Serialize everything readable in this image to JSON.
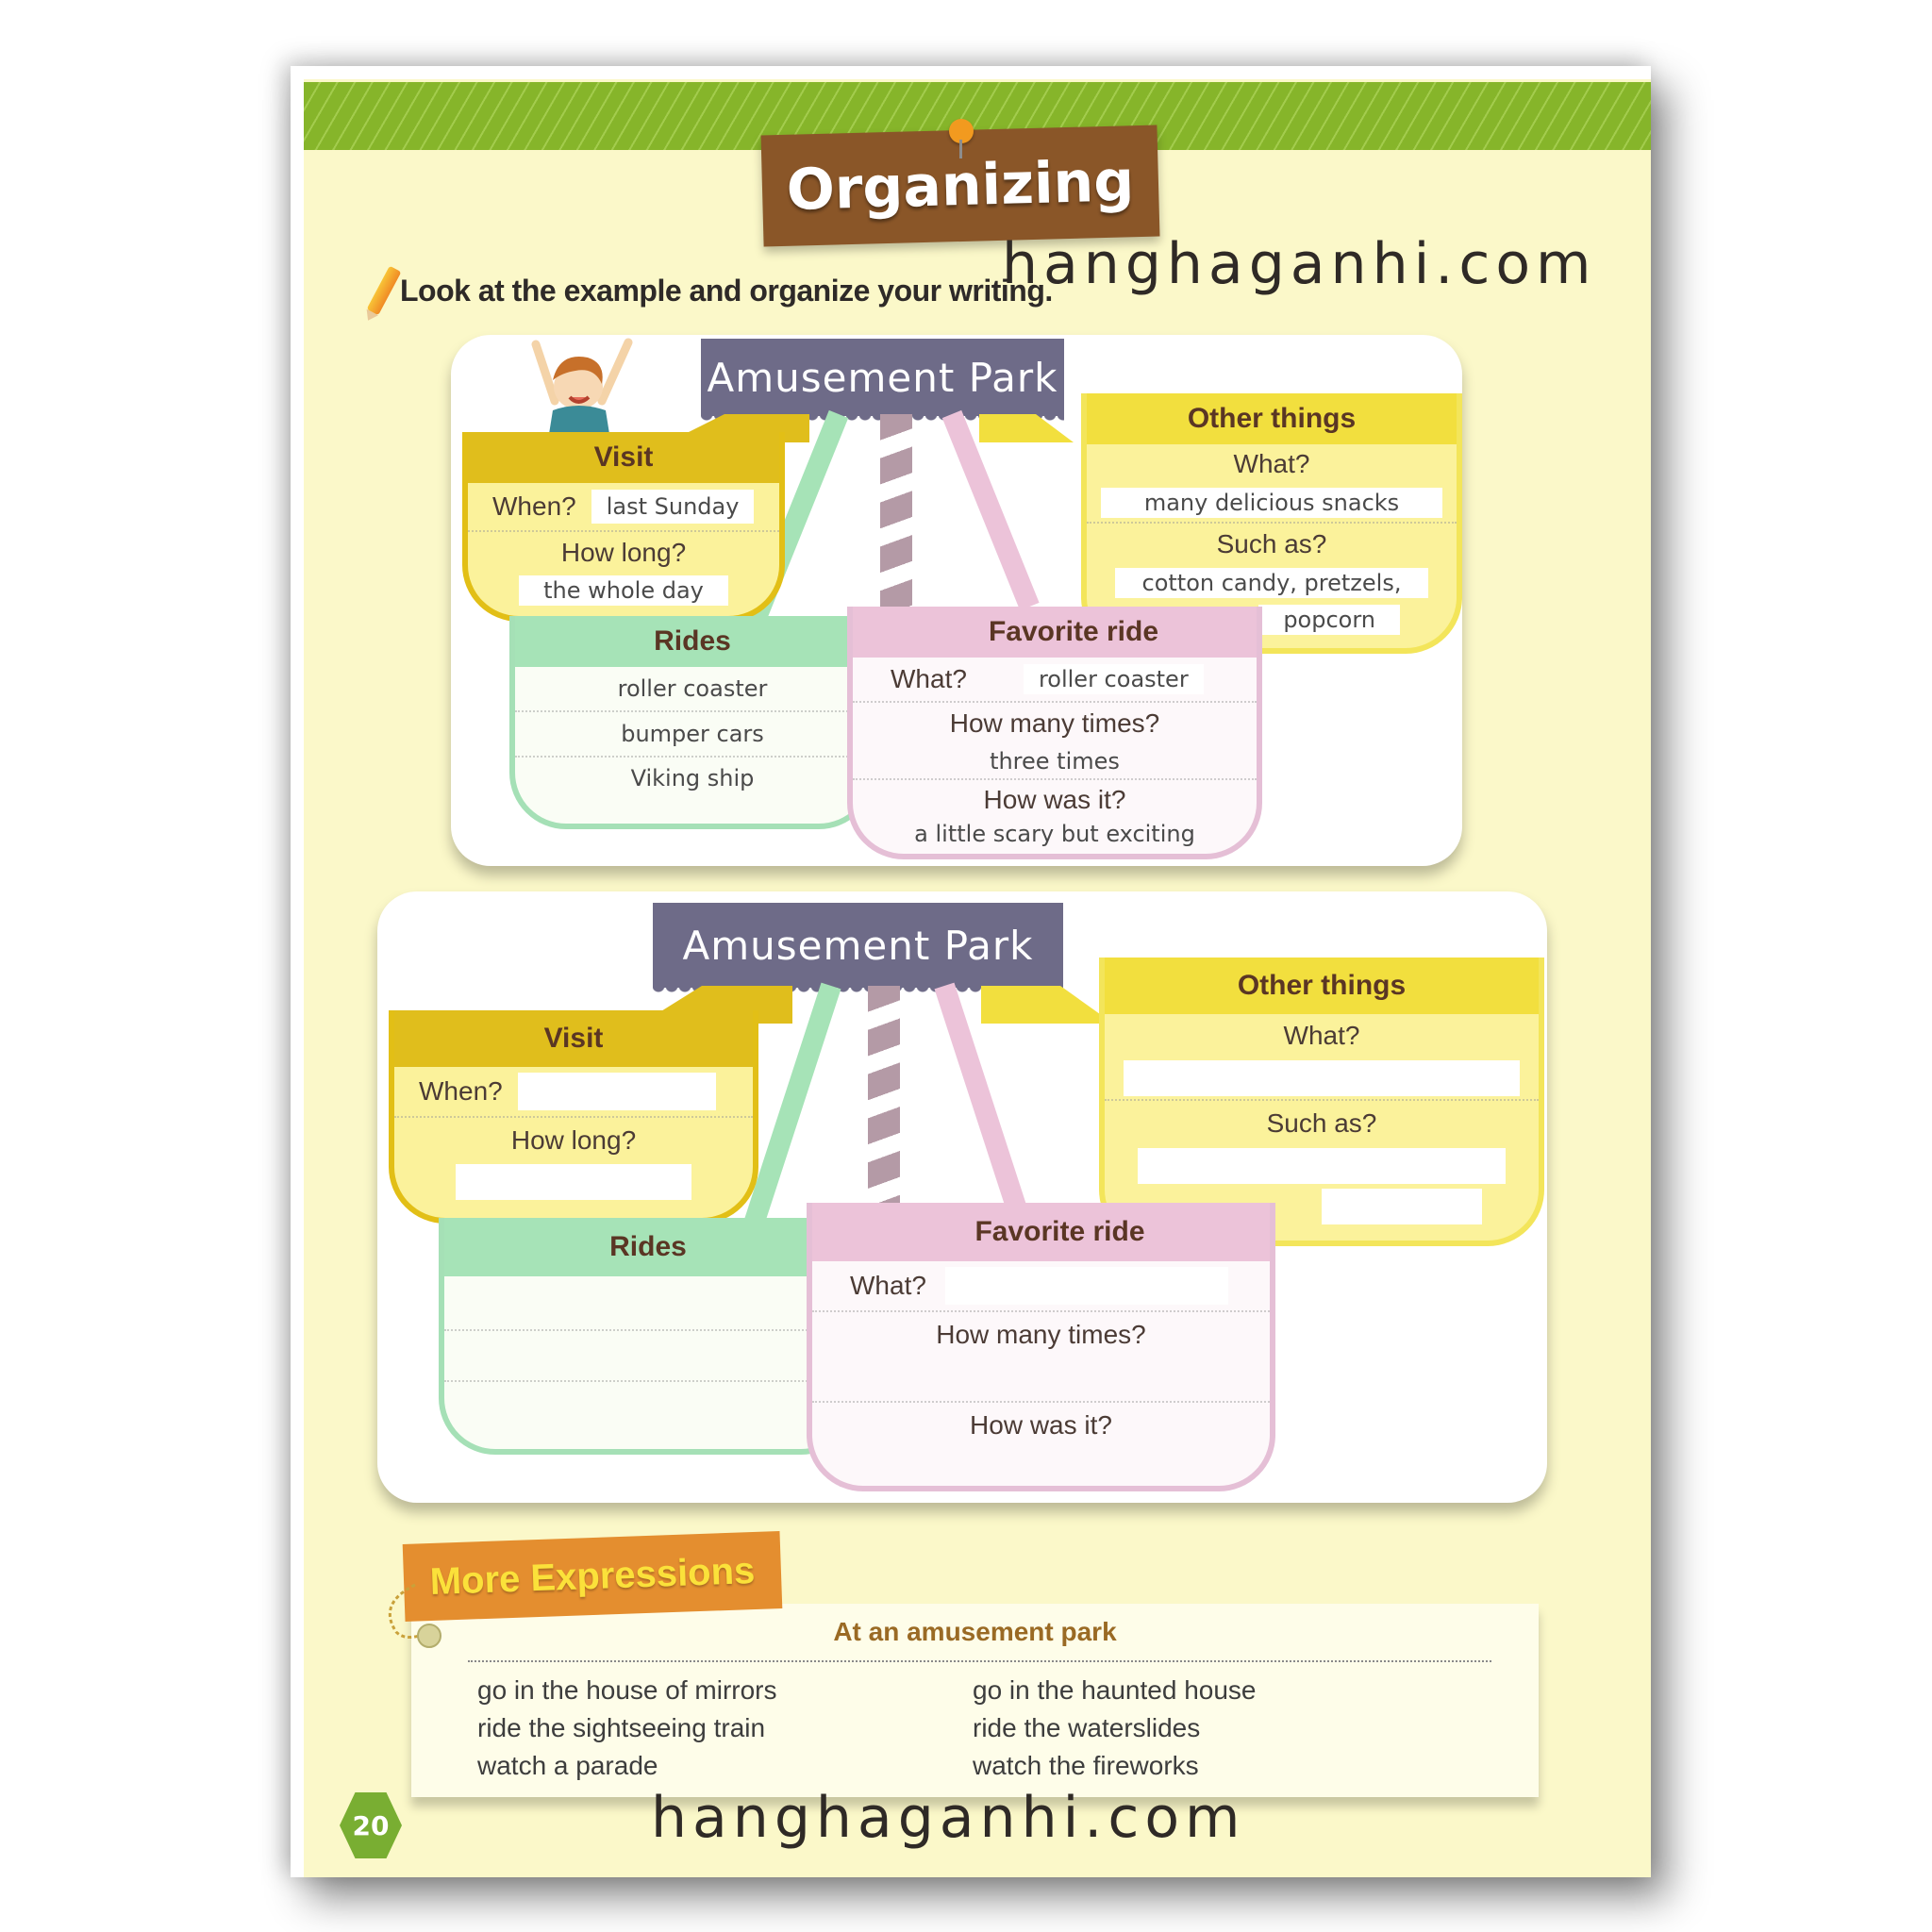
{
  "header": {
    "title": "Organizing",
    "instruction": "Look at the example and organize your writing."
  },
  "watermark": {
    "top": "hanghaganhi.com",
    "bottom": "hanghaganhi.com"
  },
  "example": {
    "banner": "Amusement Park",
    "visit": {
      "title": "Visit",
      "when_label": "When?",
      "when_value": "last Sunday",
      "how_long_label": "How long?",
      "how_long_value": "the whole day"
    },
    "rides": {
      "title": "Rides",
      "items": [
        "roller coaster",
        "bumper cars",
        "Viking ship"
      ]
    },
    "favorite_ride": {
      "title": "Favorite ride",
      "what_label": "What?",
      "what_value": "roller coaster",
      "times_label": "How many times?",
      "times_value": "three times",
      "how_label": "How was it?",
      "how_value": "a little scary but exciting"
    },
    "other_things": {
      "title": "Other things",
      "what_label": "What?",
      "what_value": "many delicious snacks",
      "such_label": "Such as?",
      "such_value_1": "cotton candy, pretzels,",
      "such_value_2": "popcorn"
    }
  },
  "blank": {
    "banner": "Amusement Park",
    "visit": {
      "title": "Visit",
      "when_label": "When?",
      "how_long_label": "How long?"
    },
    "rides": {
      "title": "Rides"
    },
    "favorite_ride": {
      "title": "Favorite ride",
      "what_label": "What?",
      "times_label": "How many times?",
      "how_label": "How was it?"
    },
    "other_things": {
      "title": "Other things",
      "what_label": "What?",
      "such_label": "Such as?"
    }
  },
  "more_expressions": {
    "tag": "More Expressions",
    "heading": "At an amusement park",
    "left": [
      "go in the house of mirrors",
      "ride the sightseeing train",
      "watch a parade"
    ],
    "right": [
      "go in the haunted house",
      "ride the waterslides",
      "watch the fireworks"
    ]
  },
  "page_number": "20",
  "colors": {
    "band_green": "#86b52a",
    "title_brown": "#8a5628",
    "banner_purple": "#6e6b88",
    "visit_yellow": "#e0be1c",
    "other_yellow": "#f2df3e",
    "rides_green": "#a6e3b7",
    "fav_pink": "#ecc3d9",
    "tag_orange": "#e48e2f",
    "page_bg": "#fbf8c9"
  }
}
